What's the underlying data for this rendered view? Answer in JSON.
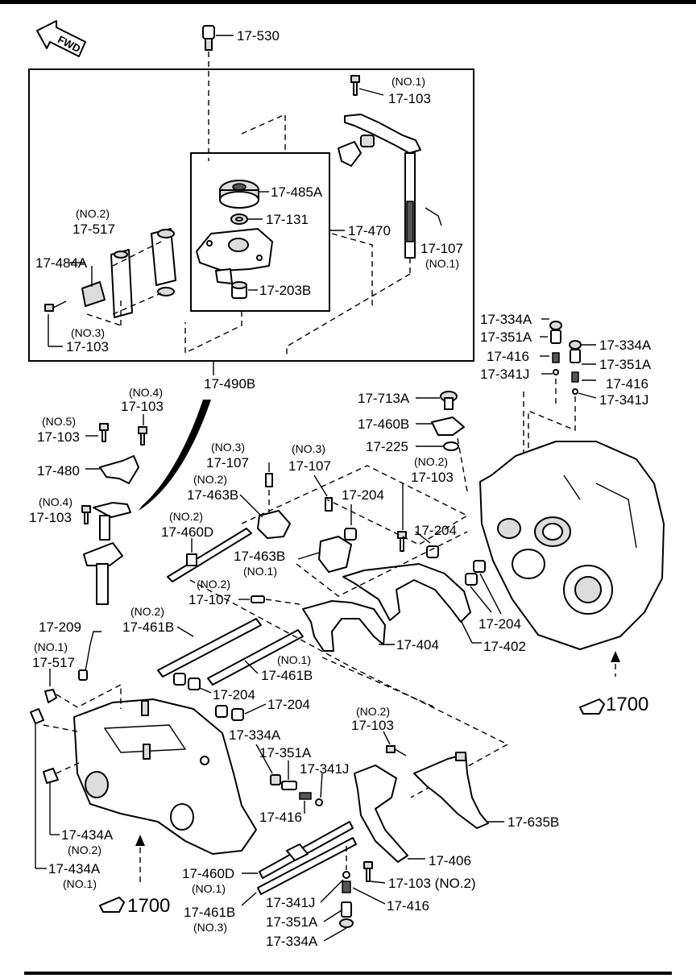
{
  "fwd_label": "FWD",
  "frame_label": "17-490B",
  "labels": {
    "p17_530": "17-530",
    "no1_a": "(NO.1)",
    "p17_103_a": "17-103",
    "p17_485A": "17-485A",
    "p17_131": "17-131",
    "p17_470": "17-470",
    "p17_203B": "17-203B",
    "p17_107_a": "17-107",
    "no1_b": "(NO.1)",
    "no2_a": "(NO.2)",
    "p17_517_a": "17-517",
    "p17_484A": "17-484A",
    "no3_a": "(NO.3)",
    "p17_103_b": "17-103",
    "p17_334A_a": "17-334A",
    "p17_351A_a": "17-351A",
    "p17_416_a": "17-416",
    "p17_341J_a": "17-341J",
    "p17_334A_b": "17-334A",
    "p17_351A_b": "17-351A",
    "p17_416_b": "17-416",
    "p17_341J_b": "17-341J",
    "no4_a": "(NO.4)",
    "p17_103_c": "17-103",
    "no5": "(NO.5)",
    "p17_103_d": "17-103",
    "p17_480": "17-480",
    "no4_b": "(NO.4)",
    "p17_103_e": "17-103",
    "p17_713A": "17-713A",
    "p17_460B": "17-460B",
    "p17_225": "17-225",
    "no2_b": "(NO.2)",
    "p17_103_f": "17-103",
    "no3_b": "(NO.3)",
    "p17_107_b": "17-107",
    "no3_c": "(NO.3)",
    "p17_107_c": "17-107",
    "no2_c": "(NO.2)",
    "p17_463B_a": "17-463B",
    "p17_204_a": "17-204",
    "no2_d": "(NO.2)",
    "p17_460D_a": "17-460D",
    "p17_204_b": "17-204",
    "p17_463B_b": "17-463B",
    "no1_c": "(NO.1)",
    "no2_e": "(NO.2)",
    "p17_107_d": "17-107",
    "no2_f": "(NO.2)",
    "p17_461B_a": "17-461B",
    "p17_209": "17-209",
    "p17_404": "17-404",
    "p17_402": "17-402",
    "p17_204_c": "17-204",
    "no1_d": "(NO.1)",
    "p17_517_b": "17-517",
    "no1_e": "(NO.1)",
    "p17_461B_b": "17-461B",
    "p17_204_d": "17-204",
    "p17_204_e": "17-204",
    "ref1700_a": "1700",
    "no2_g": "(NO.2)",
    "p17_103_g": "17-103",
    "p17_334A_c": "17-334A",
    "p17_351A_c": "17-351A",
    "p17_341J_c": "17-341J",
    "p17_416_c": "17-416",
    "p17_635B": "17-635B",
    "p17_434A_a": "17-434A",
    "no2_h": "(NO.2)",
    "p17_434A_b": "17-434A",
    "no1_f": "(NO.1)",
    "p17_406": "17-406",
    "p17_460D_b": "17-460D",
    "no1_g": "(NO.1)",
    "p17_103_h": "17-103 (NO.2)",
    "p17_341J_d": "17-341J",
    "p17_416_d": "17-416",
    "p17_461B_c": "17-461B",
    "no3_d": "(NO.3)",
    "p17_351A_d": "17-351A",
    "p17_334A_d": "17-334A",
    "ref1700_b": "1700"
  }
}
